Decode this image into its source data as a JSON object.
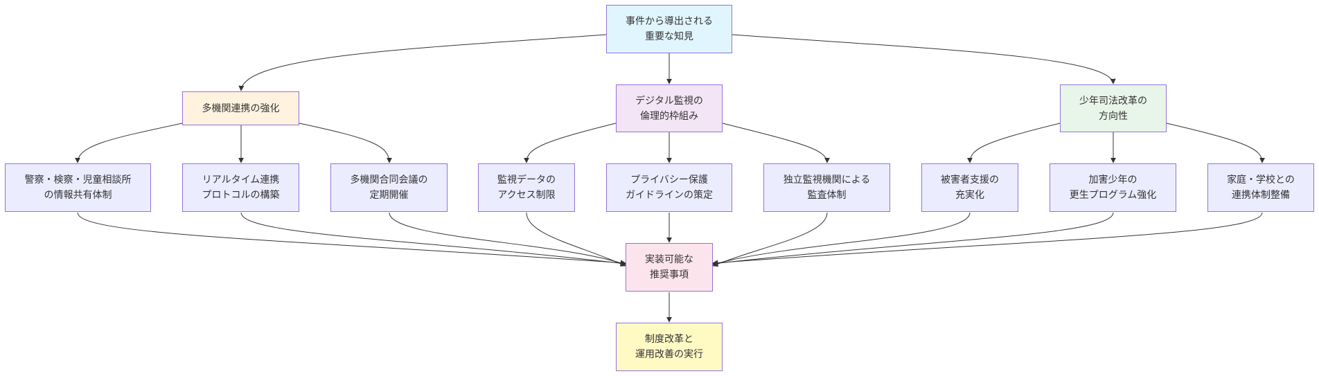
{
  "diagram": {
    "root": {
      "line1": "事件から導出される",
      "line2": "重要な知見"
    },
    "multiAgency": {
      "line1": "多機関連携の強化"
    },
    "digital": {
      "line1": "デジタル監視の",
      "line2": "倫理的枠組み"
    },
    "juvenile": {
      "line1": "少年司法改革の",
      "line2": "方向性"
    },
    "leaf1": {
      "line1": "警察・検察・児童相談所",
      "line2": "の情報共有体制"
    },
    "leaf2": {
      "line1": "リアルタイム連携",
      "line2": "プロトコルの構築"
    },
    "leaf3": {
      "line1": "多機関合同会議の",
      "line2": "定期開催"
    },
    "leaf4": {
      "line1": "監視データの",
      "line2": "アクセス制限"
    },
    "leaf5": {
      "line1": "プライバシー保護",
      "line2": "ガイドラインの策定"
    },
    "leaf6": {
      "line1": "独立監視機関による",
      "line2": "監査体制"
    },
    "leaf7": {
      "line1": "被害者支援の",
      "line2": "充実化"
    },
    "leaf8": {
      "line1": "加害少年の",
      "line2": "更生プログラム強化"
    },
    "leaf9": {
      "line1": "家庭・学校との",
      "line2": "連携体制整備"
    },
    "recommend": {
      "line1": "実装可能な",
      "line2": "推奨事項"
    },
    "execute": {
      "line1": "制度改革と",
      "line2": "運用改善の実行"
    }
  },
  "colors": {
    "stroke": "#9370db",
    "edge": "#333333",
    "root": "#e1f5fe",
    "multiAgency": "#fff3e0",
    "digital": "#f3e5f5",
    "juvenile": "#e8f5e9",
    "leaf": "#ececff",
    "recommend": "#fce4ec",
    "execute": "#fff9c4"
  }
}
